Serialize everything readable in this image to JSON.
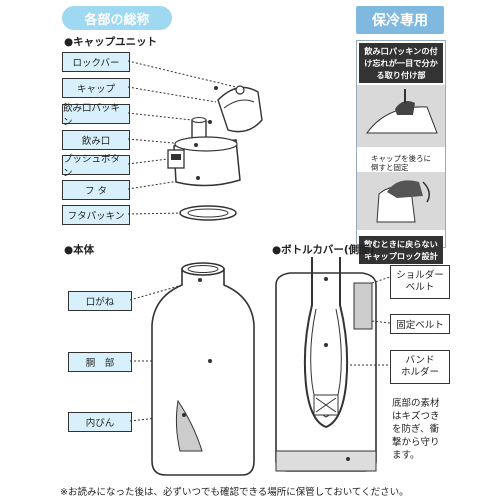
{
  "header": {
    "section_tab": "各部の総称",
    "badge": "保冷専用"
  },
  "cap_unit": {
    "heading": "●キャップユニット",
    "parts": [
      "ロックバー",
      "キャップ",
      "飲み口パッキン",
      "飲み口",
      "プッシュボタン",
      "フ タ",
      "フタパッキン"
    ]
  },
  "right_panel": {
    "top_note_lines": [
      "飲み口パッキンの付",
      "け忘れが一目で分か",
      "る取り付け部"
    ],
    "middle_caption_lines": [
      "キャップを後ろに",
      "倒すと固定"
    ],
    "bottom_note_lines": [
      "飲むときに戻らない",
      "キャップロック設計"
    ]
  },
  "body": {
    "heading": "●本体",
    "parts": [
      "口がね",
      "胴　部",
      "内びん"
    ]
  },
  "bottle_cover": {
    "heading": "●ボトルカバー(側面)",
    "parts": [
      {
        "lines": [
          "ショルダー",
          "ベルト"
        ]
      },
      {
        "lines": [
          "固定ベルト"
        ]
      },
      {
        "lines": [
          "バンド",
          "ホルダー"
        ]
      }
    ],
    "bottom_note_lines": [
      "底部の素材",
      "はキズつき",
      "を防ぎ、衝",
      "撃から守り",
      "ます。"
    ]
  },
  "footer": {
    "text": "※お読みになった後は、必ずいつでも確認できる場所に保管しておいてください。"
  },
  "colors": {
    "accent_light": "#d7f0fb",
    "accent": "#9ed8f1",
    "panel": "#7fb9e0",
    "dark": "#333333"
  }
}
